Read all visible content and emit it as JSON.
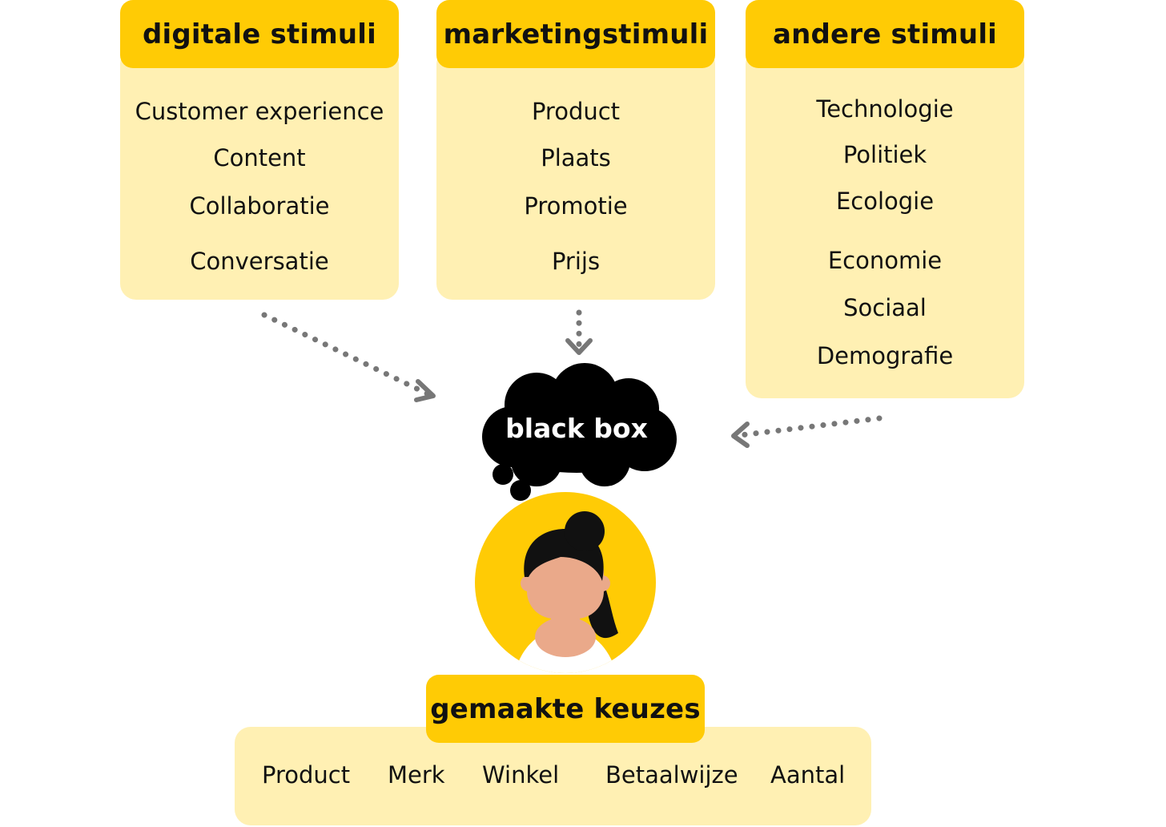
{
  "digital": {
    "title": "digitale stimuli",
    "items": [
      "Customer experience",
      "Content",
      "Collaboratie",
      "Conversatie"
    ]
  },
  "marketing": {
    "title": "marketingstimuli",
    "items": [
      "Product",
      "Plaats",
      "Promotie",
      "Prijs"
    ]
  },
  "other": {
    "title": "andere stimuli",
    "items": [
      "Technologie",
      "Politiek",
      "Ecologie",
      "Economie",
      "Sociaal",
      "Demografie"
    ]
  },
  "black_box": {
    "label": "black box"
  },
  "choices": {
    "title": "gemaakte keuzes",
    "items": [
      "Product",
      "Merk",
      "Winkel",
      "Betaalwijze",
      "Aantal"
    ]
  },
  "colors": {
    "header_yellow": "#ffcb05",
    "body_yellow": "#fff0b3",
    "arrow_gray": "#777777",
    "skin": "#eaa98a",
    "hair": "#111111"
  }
}
